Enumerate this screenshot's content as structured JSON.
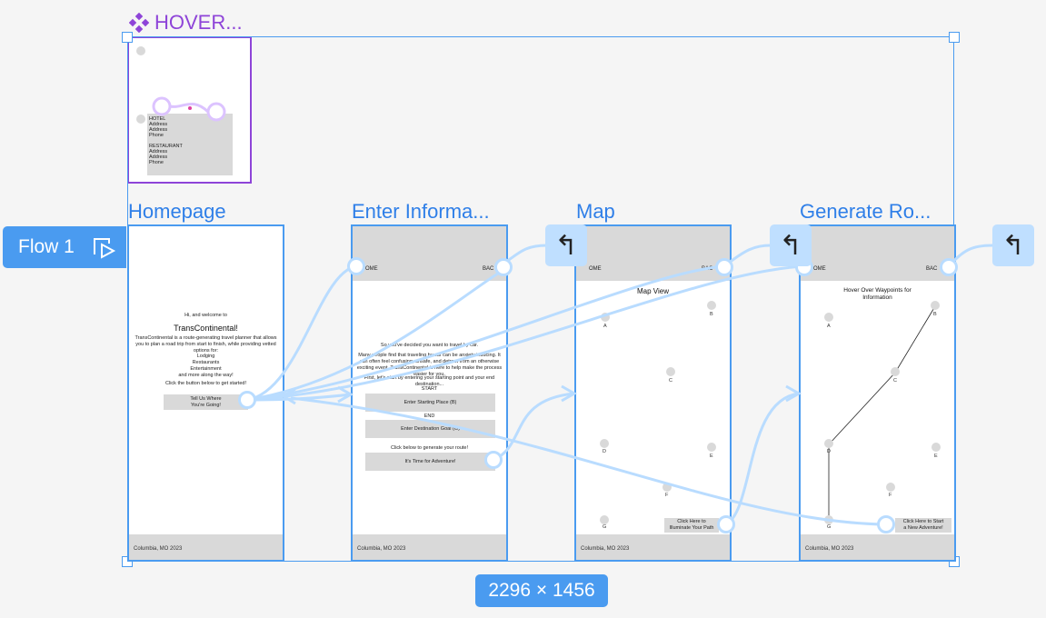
{
  "component": {
    "icon": "component-diamond-icon",
    "title": "HOVER...",
    "lines": [
      "HOTEL",
      "Address",
      "Address",
      "Phone",
      "",
      "RESTAURANT",
      "Address",
      "Address",
      "Phone"
    ]
  },
  "flow": {
    "label": "Flow 1",
    "icon": "play-prototype-icon"
  },
  "frames": {
    "homepage": {
      "title": "Homepage",
      "greeting": "Hi, and welcome to",
      "brand": "TransContinental!",
      "description": "TransContinental is a route-generating travel planner that allows you to plan a road trip from start to finish, while providing vetted options for:",
      "options": "Lodging\nRestaurants\nEntertainment\nand more along the way!",
      "cta_prompt": "Click the button below to get started!",
      "cta_button": "Tell Us Where\nYou're Going!",
      "footer": "Columbia, MO 2023"
    },
    "enter_info": {
      "title": "Enter Informa...",
      "nav_home": "OME",
      "nav_back": "BAC",
      "intro": "So you've decided you want to travel by car.",
      "paragraph": "Many people find that traveling by car can be anxiety inducing. It can often feel confusing, unsafe, and detract from an otherwise exciting event. TransContinental is here to help make the process easier for you.",
      "instruction": "First, let's start by entering your starting point and your end destination...",
      "start_label": "START",
      "start_button": "Enter Starting Place (B)",
      "end_label": "END",
      "end_button": "Enter Destination Goal (G)",
      "generate_prompt": "Click below to generate your route!",
      "generate_button": "It's Time for Adventure!",
      "footer": "Columbia, MO 2023"
    },
    "map": {
      "title": "Map",
      "nav_home": "OME",
      "nav_back": "BAC",
      "heading": "Map View",
      "waypoints": [
        "A",
        "B",
        "C",
        "D",
        "E",
        "F",
        "G"
      ],
      "button": "Click Here to\nIlluminate Your Path",
      "footer": "Columbia, MO 2023"
    },
    "generate_route": {
      "title": "Generate Ro...",
      "nav_home": "OME",
      "nav_back": "BAC",
      "heading": "Hover Over Waypoints for\nInformation",
      "waypoints": [
        "A",
        "B",
        "C",
        "D",
        "E",
        "F",
        "G"
      ],
      "button": "Click Here to Start\na New Adventure!",
      "footer": "Columbia, MO 2023"
    }
  },
  "back_icon": "↰",
  "selection_size": "2296 × 1456",
  "colors": {
    "selection": "#4a9bf0",
    "component": "#8e44d8",
    "connector": "#b9dcff"
  }
}
